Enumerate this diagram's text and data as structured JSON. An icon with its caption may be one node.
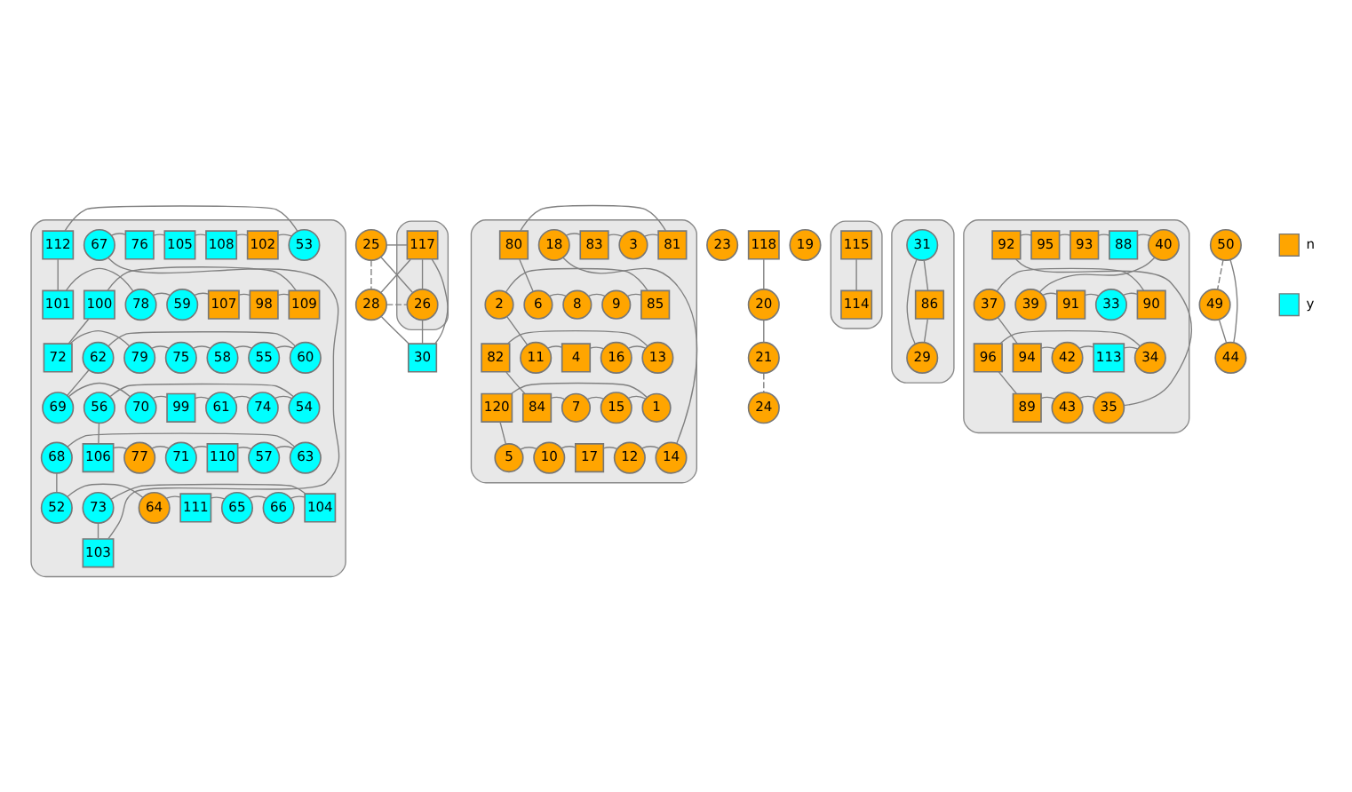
{
  "diagram": {
    "nodes": [
      {
        "text": [],
        "shape": "blob"
      },
      {
        "text": [
          "67"
        ],
        "in": 0
      },
      {
        "text": [
          "76"
        ],
        "in": 0
      },
      {
        "text": [
          "105"
        ],
        "in": 0
      },
      {
        "text": [
          "108"
        ],
        "in": 0
      },
      {
        "text": [
          "102"
        ],
        "in": 0
      },
      {
        "text": [
          "53"
        ],
        "in": 0
      },
      {
        "text": [
          "112"
        ],
        "in": 0
      },
      {
        "text": [
          "101"
        ],
        "in": 0
      },
      {
        "text": [
          "78"
        ],
        "in": 0
      },
      {
        "text": [
          "59"
        ],
        "in": 0
      },
      {
        "text": [
          "107"
        ],
        "in": 0
      },
      {
        "text": [
          "98"
        ],
        "in": 0
      },
      {
        "text": [
          "109"
        ],
        "in": 0
      },
      {
        "text": [
          "100"
        ],
        "in": 0
      },
      {
        "text": [
          "72"
        ],
        "in": 0
      },
      {
        "text": [
          "79"
        ],
        "in": 0
      },
      {
        "text": [
          "75"
        ],
        "in": 0
      },
      {
        "text": [
          "58"
        ],
        "in": 0
      },
      {
        "text": [
          "55"
        ],
        "in": 0
      },
      {
        "text": [
          "60"
        ],
        "in": 0
      },
      {
        "text": [
          "62"
        ],
        "in": 0
      },
      {
        "text": [
          "69"
        ],
        "in": 0
      },
      {
        "text": [
          "70"
        ],
        "in": 0
      },
      {
        "text": [
          "99"
        ],
        "in": 0
      },
      {
        "text": [
          "61"
        ],
        "in": 0
      },
      {
        "text": [
          "74"
        ],
        "in": 0
      },
      {
        "text": [
          "54"
        ],
        "in": 0
      },
      {
        "text": [
          "56"
        ],
        "in": 0
      },
      {
        "text": [
          "106"
        ],
        "in": 0
      },
      {
        "text": [
          "77"
        ],
        "in": 0
      },
      {
        "text": [
          "71"
        ],
        "in": 0
      },
      {
        "text": [
          "110"
        ],
        "in": 0
      },
      {
        "text": [
          "57"
        ],
        "in": 0
      },
      {
        "text": [
          "63"
        ],
        "in": 0
      },
      {
        "text": [
          "68"
        ],
        "in": 0
      },
      {
        "text": [
          "52"
        ],
        "in": 0
      },
      {
        "text": [
          "64"
        ],
        "in": 0
      },
      {
        "text": [
          "111"
        ],
        "in": 0
      },
      {
        "text": [
          "65"
        ],
        "in": 0
      },
      {
        "text": [
          "66"
        ],
        "in": 0
      },
      {
        "text": [
          "104"
        ],
        "in": 0
      },
      {
        "text": [
          "73"
        ],
        "in": 0
      },
      {
        "text": [
          "103"
        ],
        "in": 0
      },
      {
        "text": [],
        "shape": "blob"
      },
      {
        "text": [
          "117"
        ],
        "in": 44
      },
      {
        "text": [
          "26"
        ],
        "in": 44
      },
      {
        "text": [
          "25"
        ]
      },
      {
        "text": [
          "30"
        ]
      },
      {
        "text": [
          "28"
        ]
      },
      {
        "text": [],
        "shape": "blob"
      },
      {
        "text": [
          "18"
        ],
        "in": 50
      },
      {
        "text": [
          "83"
        ],
        "in": 50
      },
      {
        "text": [
          "3"
        ],
        "in": 50
      },
      {
        "text": [
          "81"
        ],
        "in": 50
      },
      {
        "text": [
          "80"
        ],
        "in": 50
      },
      {
        "text": [
          "6"
        ],
        "in": 50
      },
      {
        "text": [
          "8"
        ],
        "in": 50
      },
      {
        "text": [
          "9"
        ],
        "in": 50
      },
      {
        "text": [
          "85"
        ],
        "in": 50
      },
      {
        "text": [
          "2"
        ],
        "in": 50
      },
      {
        "text": [
          "11"
        ],
        "in": 50
      },
      {
        "text": [
          "4"
        ],
        "in": 50
      },
      {
        "text": [
          "16"
        ],
        "in": 50
      },
      {
        "text": [
          "13"
        ],
        "in": 50
      },
      {
        "text": [
          "82"
        ],
        "in": 50
      },
      {
        "text": [
          "84"
        ],
        "in": 50
      },
      {
        "text": [
          "7"
        ],
        "in": 50
      },
      {
        "text": [
          "15"
        ],
        "in": 50
      },
      {
        "text": [
          "1"
        ],
        "in": 50
      },
      {
        "text": [
          "120"
        ],
        "in": 50
      },
      {
        "text": [
          "5"
        ],
        "in": 50
      },
      {
        "text": [
          "10"
        ],
        "in": 50
      },
      {
        "text": [
          "17"
        ],
        "in": 50
      },
      {
        "text": [
          "12"
        ],
        "in": 50
      },
      {
        "text": [
          "14"
        ],
        "in": 50
      },
      {
        "text": [
          "23"
        ]
      },
      {
        "text": [
          "118"
        ]
      },
      {
        "text": [
          "20"
        ]
      },
      {
        "text": [
          "19"
        ]
      },
      {
        "text": [
          "21"
        ]
      },
      {
        "text": [
          "24"
        ]
      },
      {
        "text": [],
        "shape": "blob"
      },
      {
        "text": [
          "115"
        ],
        "in": 82
      },
      {
        "text": [
          "114"
        ],
        "in": 82
      },
      {
        "text": [],
        "shape": "blob"
      },
      {
        "text": [
          "31"
        ],
        "in": 85
      },
      {
        "text": [
          "29"
        ],
        "in": 85
      },
      {
        "text": [
          "86"
        ],
        "in": 85
      },
      {
        "text": [],
        "shape": "blob"
      },
      {
        "text": [
          "92"
        ],
        "in": 89
      },
      {
        "text": [
          "95"
        ],
        "in": 89
      },
      {
        "text": [
          "93"
        ],
        "in": 89
      },
      {
        "text": [
          "88"
        ],
        "in": 89
      },
      {
        "text": [
          "40"
        ],
        "in": 89
      },
      {
        "text": [
          "39"
        ],
        "in": 89
      },
      {
        "text": [
          "91"
        ],
        "in": 89
      },
      {
        "text": [
          "33"
        ],
        "in": 89
      },
      {
        "text": [
          "90"
        ],
        "in": 89
      },
      {
        "text": [
          "37"
        ],
        "in": 89
      },
      {
        "text": [
          "94"
        ],
        "in": 89
      },
      {
        "text": [
          "42"
        ],
        "in": 89
      },
      {
        "text": [
          "113"
        ],
        "in": 89
      },
      {
        "text": [
          "34"
        ],
        "in": 89
      },
      {
        "text": [
          "96"
        ],
        "in": 89
      },
      {
        "text": [
          "89"
        ],
        "in": 89
      },
      {
        "text": [
          "43"
        ],
        "in": 89
      },
      {
        "text": [
          "35"
        ],
        "in": 89
      },
      {
        "text": [
          "50"
        ]
      },
      {
        "text": [
          "49"
        ]
      },
      {
        "text": [
          "44"
        ]
      }
    ],
    "edges": [
      {
        "from": 1,
        "to": 2,
        "arrow": "none"
      },
      {
        "from": 2,
        "to": 3,
        "arrow": "none"
      },
      {
        "from": 3,
        "to": 4,
        "arrow": "none"
      },
      {
        "from": 4,
        "to": 5,
        "arrow": "none"
      },
      {
        "from": 5,
        "to": 6,
        "arrow": "none"
      },
      {
        "from": 6,
        "to": 7,
        "arrow": "none"
      },
      {
        "from": 7,
        "to": 8,
        "arrow": "none"
      },
      {
        "from": 8,
        "to": 9,
        "arrow": "none"
      },
      {
        "from": 9,
        "to": 10,
        "arrow": "none"
      },
      {
        "from": 10,
        "to": 11,
        "arrow": "none"
      },
      {
        "from": 11,
        "to": 12,
        "arrow": "none"
      },
      {
        "from": 12,
        "to": 13,
        "arrow": "none"
      },
      {
        "from": 13,
        "to": 14,
        "arrow": "none"
      },
      {
        "from": 14,
        "to": 15,
        "arrow": "none"
      },
      {
        "from": 15,
        "to": 16,
        "arrow": "none"
      },
      {
        "from": 16,
        "to": 17,
        "arrow": "none"
      },
      {
        "from": 17,
        "to": 18,
        "arrow": "none"
      },
      {
        "from": 18,
        "to": 19,
        "arrow": "none"
      },
      {
        "from": 19,
        "to": 20,
        "arrow": "none"
      },
      {
        "from": 20,
        "to": 21,
        "arrow": "none"
      },
      {
        "from": 21,
        "to": 22,
        "arrow": "none"
      },
      {
        "from": 22,
        "to": 23,
        "arrow": "none"
      },
      {
        "from": 23,
        "to": 24,
        "arrow": "none"
      },
      {
        "from": 24,
        "to": 25,
        "arrow": "none"
      },
      {
        "from": 25,
        "to": 26,
        "arrow": "none"
      },
      {
        "from": 26,
        "to": 27,
        "arrow": "none"
      },
      {
        "from": 27,
        "to": 28,
        "arrow": "none"
      },
      {
        "from": 28,
        "to": 29,
        "arrow": "none"
      },
      {
        "from": 29,
        "to": 30,
        "arrow": "none"
      },
      {
        "from": 30,
        "to": 31,
        "arrow": "none"
      },
      {
        "from": 31,
        "to": 32,
        "arrow": "none"
      },
      {
        "from": 32,
        "to": 33,
        "arrow": "none"
      },
      {
        "from": 33,
        "to": 34,
        "arrow": "none"
      },
      {
        "from": 34,
        "to": 35,
        "arrow": "none"
      },
      {
        "from": 35,
        "to": 36,
        "arrow": "none"
      },
      {
        "from": 36,
        "to": 37,
        "arrow": "none"
      },
      {
        "from": 37,
        "to": 38,
        "arrow": "none"
      },
      {
        "from": 38,
        "to": 39,
        "arrow": "none"
      },
      {
        "from": 39,
        "to": 40,
        "arrow": "none"
      },
      {
        "from": 40,
        "to": 41,
        "arrow": "none"
      },
      {
        "from": 41,
        "to": 42,
        "arrow": "none"
      },
      {
        "from": 42,
        "to": 43,
        "arrow": "none"
      },
      {
        "from": 43,
        "to": 1,
        "arrow": "none"
      },
      {
        "from": 45,
        "to": 47,
        "arrow": "none"
      },
      {
        "from": 45,
        "to": 49,
        "arrow": "none"
      },
      {
        "from": 45,
        "to": 48,
        "arrow": "none"
      },
      {
        "from": 45,
        "to": 46,
        "arrow": "none"
      },
      {
        "from": 47,
        "to": 46,
        "arrow": "none"
      },
      {
        "from": 47,
        "to": 49,
        "arrow": "none",
        "style": "dashed"
      },
      {
        "from": 49,
        "to": 48,
        "arrow": "none"
      },
      {
        "from": 49,
        "to": 46,
        "arrow": "none",
        "style": "dashed"
      },
      {
        "from": 46,
        "to": 48,
        "arrow": "none"
      },
      {
        "from": 51,
        "to": 52,
        "arrow": "none"
      },
      {
        "from": 52,
        "to": 53,
        "arrow": "none"
      },
      {
        "from": 53,
        "to": 54,
        "arrow": "none"
      },
      {
        "from": 54,
        "to": 55,
        "arrow": "none"
      },
      {
        "from": 55,
        "to": 56,
        "arrow": "none"
      },
      {
        "from": 56,
        "to": 57,
        "arrow": "none"
      },
      {
        "from": 57,
        "to": 58,
        "arrow": "none"
      },
      {
        "from": 58,
        "to": 59,
        "arrow": "none"
      },
      {
        "from": 59,
        "to": 60,
        "arrow": "none"
      },
      {
        "from": 60,
        "to": 61,
        "arrow": "none"
      },
      {
        "from": 61,
        "to": 62,
        "arrow": "none"
      },
      {
        "from": 62,
        "to": 63,
        "arrow": "none"
      },
      {
        "from": 63,
        "to": 64,
        "arrow": "none"
      },
      {
        "from": 64,
        "to": 65,
        "arrow": "none"
      },
      {
        "from": 65,
        "to": 66,
        "arrow": "none"
      },
      {
        "from": 66,
        "to": 67,
        "arrow": "none"
      },
      {
        "from": 67,
        "to": 68,
        "arrow": "none"
      },
      {
        "from": 68,
        "to": 69,
        "arrow": "none"
      },
      {
        "from": 69,
        "to": 70,
        "arrow": "none"
      },
      {
        "from": 70,
        "to": 71,
        "arrow": "none"
      },
      {
        "from": 71,
        "to": 72,
        "arrow": "none"
      },
      {
        "from": 72,
        "to": 73,
        "arrow": "none"
      },
      {
        "from": 73,
        "to": 74,
        "arrow": "none"
      },
      {
        "from": 74,
        "to": 75,
        "arrow": "none"
      },
      {
        "from": 75,
        "to": 51,
        "arrow": "none"
      },
      {
        "from": 77,
        "to": 78,
        "arrow": "none"
      },
      {
        "from": 78,
        "to": 80,
        "arrow": "none"
      },
      {
        "from": 80,
        "to": 81,
        "arrow": "none",
        "style": "dashed"
      },
      {
        "from": 83,
        "to": 84,
        "arrow": "none"
      },
      {
        "from": 86,
        "to": 87,
        "arrow": "none"
      },
      {
        "from": 86,
        "to": 88,
        "arrow": "none"
      },
      {
        "from": 88,
        "to": 87,
        "arrow": "none"
      },
      {
        "from": 90,
        "to": 91,
        "arrow": "none"
      },
      {
        "from": 91,
        "to": 92,
        "arrow": "none"
      },
      {
        "from": 92,
        "to": 93,
        "arrow": "none"
      },
      {
        "from": 93,
        "to": 94,
        "arrow": "none"
      },
      {
        "from": 94,
        "to": 95,
        "arrow": "none"
      },
      {
        "from": 95,
        "to": 96,
        "arrow": "none"
      },
      {
        "from": 96,
        "to": 97,
        "arrow": "none"
      },
      {
        "from": 97,
        "to": 98,
        "arrow": "none"
      },
      {
        "from": 98,
        "to": 99,
        "arrow": "none"
      },
      {
        "from": 99,
        "to": 100,
        "arrow": "none"
      },
      {
        "from": 100,
        "to": 101,
        "arrow": "none"
      },
      {
        "from": 101,
        "to": 102,
        "arrow": "none"
      },
      {
        "from": 102,
        "to": 103,
        "arrow": "none"
      },
      {
        "from": 103,
        "to": 104,
        "arrow": "none"
      },
      {
        "from": 104,
        "to": 105,
        "arrow": "none"
      },
      {
        "from": 105,
        "to": 106,
        "arrow": "none"
      },
      {
        "from": 106,
        "to": 107,
        "arrow": "none"
      },
      {
        "from": 107,
        "to": 90,
        "arrow": "none"
      },
      {
        "from": 108,
        "to": 109,
        "arrow": "none",
        "style": "dashed"
      },
      {
        "from": 109,
        "to": 110,
        "arrow": "none"
      },
      {
        "from": 108,
        "to": 110,
        "arrow": "none"
      }
    ],
    "legend": [
      {
        "text": "n",
        "color": "#ffa500"
      },
      {
        "text": "y",
        "color": "#00ffff"
      }
    ]
  }
}
